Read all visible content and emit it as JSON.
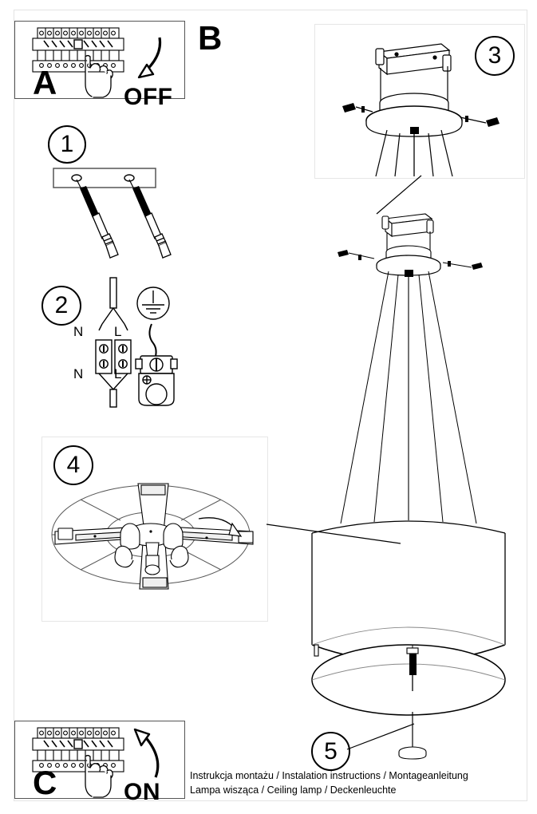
{
  "document": {
    "type": "assembly-instructions",
    "product": "Lampa wisząca / Ceiling lamp / Deckenleuchte",
    "line_color": "#000000",
    "panel_border_color": "#555555"
  },
  "panels": {
    "a": {
      "letter": "A",
      "action_label": "OFF",
      "icon": "fuse-box-breaker-panel",
      "hand_icon": "hand-pointing-finger",
      "arrow_icon": "curved-arrow-down-left"
    },
    "b": {
      "letter": "B"
    },
    "c": {
      "letter": "C",
      "action_label": "ON",
      "icon": "fuse-box-breaker-panel",
      "hand_icon": "hand-pointing-finger",
      "arrow_icon": "curved-arrow-up-right"
    }
  },
  "steps": [
    {
      "number": "1",
      "caption": "",
      "icon": "mounting-bracket-with-screws-and-wall-plugs"
    },
    {
      "number": "2",
      "caption": "",
      "icon": "terminal-block-wiring",
      "terminal_labels": {
        "top_left": "N",
        "top_right": "L",
        "bottom_left": "N",
        "bottom_right": "L"
      },
      "earth_symbol": "earth-ground-symbol"
    },
    {
      "number": "3",
      "caption": "",
      "icon": "canopy-mounted-to-bracket"
    },
    {
      "number": "4",
      "caption": "",
      "icon": "shade-frame-underside-with-sockets"
    },
    {
      "number": "5",
      "caption": "",
      "icon": "bottom-diffuser-fixing-knob"
    }
  ],
  "main_illustration": {
    "name": "pendant-ceiling-lamp-assembly",
    "parts": [
      "ceiling-canopy",
      "suspension-cables",
      "drum-shade",
      "bottom-diffuser",
      "central-fixing-knob"
    ]
  },
  "footer": {
    "line1": "Instrukcja montażu / Instalation instructions / Montageanleitung",
    "line2": "Lampa wisząca / Ceiling lamp / Deckenleuchte"
  }
}
